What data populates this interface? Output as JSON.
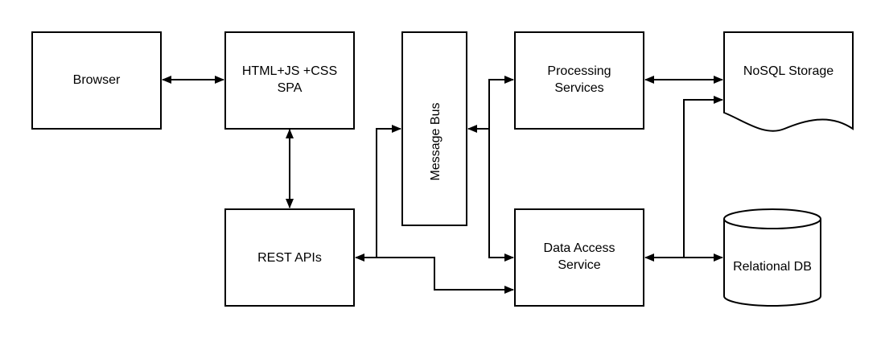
{
  "diagram": {
    "nodes": {
      "browser": {
        "label": "Browser"
      },
      "spa": {
        "line1": "HTML+JS +CSS",
        "line2": "SPA"
      },
      "message_bus": {
        "label": "Message Bus"
      },
      "processing": {
        "line1": "Processing",
        "line2": "Services"
      },
      "nosql": {
        "label": "NoSQL Storage"
      },
      "rest": {
        "label": "REST APIs"
      },
      "data_access": {
        "line1": "Data Access",
        "line2": "Service"
      },
      "relational": {
        "label": "Relational DB"
      }
    },
    "connections": [
      {
        "from": "Browser",
        "to": "HTML+JS +CSS SPA",
        "direction": "both"
      },
      {
        "from": "HTML+JS +CSS SPA",
        "to": "REST APIs",
        "direction": "both"
      },
      {
        "from": "REST APIs",
        "to": "Message Bus",
        "direction": "both"
      },
      {
        "from": "REST APIs",
        "to": "Data Access Service",
        "direction": "forward"
      },
      {
        "from": "Message Bus",
        "to": "Processing Services",
        "direction": "both"
      },
      {
        "from": "Message Bus",
        "to": "Data Access Service",
        "direction": "both"
      },
      {
        "from": "Processing Services",
        "to": "NoSQL Storage",
        "direction": "both"
      },
      {
        "from": "Data Access Service",
        "to": "Relational DB",
        "direction": "both"
      },
      {
        "from": "Data Access Service",
        "to": "NoSQL Storage",
        "direction": "forward"
      }
    ],
    "colors": {
      "stroke": "#000000",
      "fill": "#ffffff"
    }
  }
}
